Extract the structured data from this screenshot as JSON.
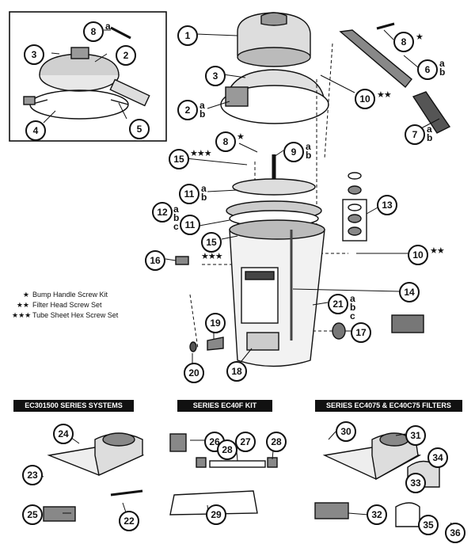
{
  "callouts": [
    {
      "id": "c1",
      "n": "1"
    },
    {
      "id": "c2",
      "n": "2"
    },
    {
      "id": "c3",
      "n": "3"
    },
    {
      "id": "c3i",
      "n": "3"
    },
    {
      "id": "c2i",
      "n": "2"
    },
    {
      "id": "c4",
      "n": "4"
    },
    {
      "id": "c5",
      "n": "5"
    },
    {
      "id": "c6",
      "n": "6"
    },
    {
      "id": "c7",
      "n": "7"
    },
    {
      "id": "c8",
      "n": "8"
    },
    {
      "id": "c8i",
      "n": "8"
    },
    {
      "id": "c8b",
      "n": "8"
    },
    {
      "id": "c9",
      "n": "9"
    },
    {
      "id": "c10",
      "n": "10"
    },
    {
      "id": "c10b",
      "n": "10"
    },
    {
      "id": "c11",
      "n": "11"
    },
    {
      "id": "c11b",
      "n": "11"
    },
    {
      "id": "c12",
      "n": "12"
    },
    {
      "id": "c13",
      "n": "13"
    },
    {
      "id": "c14",
      "n": "14"
    },
    {
      "id": "c15",
      "n": "15"
    },
    {
      "id": "c15b",
      "n": "15"
    },
    {
      "id": "c16",
      "n": "16"
    },
    {
      "id": "c17",
      "n": "17"
    },
    {
      "id": "c18",
      "n": "18"
    },
    {
      "id": "c19",
      "n": "19"
    },
    {
      "id": "c20",
      "n": "20"
    },
    {
      "id": "c21",
      "n": "21"
    },
    {
      "id": "c22",
      "n": "22"
    },
    {
      "id": "c23",
      "n": "23"
    },
    {
      "id": "c24",
      "n": "24"
    },
    {
      "id": "c25",
      "n": "25"
    },
    {
      "id": "c26",
      "n": "26"
    },
    {
      "id": "c27",
      "n": "27"
    },
    {
      "id": "c28",
      "n": "28"
    },
    {
      "id": "c28b",
      "n": "28"
    },
    {
      "id": "c29",
      "n": "29"
    },
    {
      "id": "c30",
      "n": "30"
    },
    {
      "id": "c31",
      "n": "31"
    },
    {
      "id": "c32",
      "n": "32"
    },
    {
      "id": "c33",
      "n": "33"
    },
    {
      "id": "c34",
      "n": "34"
    },
    {
      "id": "c35",
      "n": "35"
    },
    {
      "id": "c36",
      "n": "36"
    }
  ],
  "sublabels": {
    "ab": "a\nb",
    "abc": "a\nb\nc",
    "a": "a"
  },
  "stars": {
    "one": "★",
    "two": "★★",
    "three": "★★★"
  },
  "legend": [
    {
      "stars": "★",
      "text": "Bump Handle Screw Kit"
    },
    {
      "stars": "★★",
      "text": "Filter Head Screw Set"
    },
    {
      "stars": "★★★",
      "text": "Tube Sheet Hex Screw Set"
    }
  ],
  "banners": {
    "left": "EC301500 SERIES SYSTEMS",
    "middle": "SERIES EC40F KIT",
    "right": "SERIES EC4075 & EC40C75 FILTERS"
  }
}
